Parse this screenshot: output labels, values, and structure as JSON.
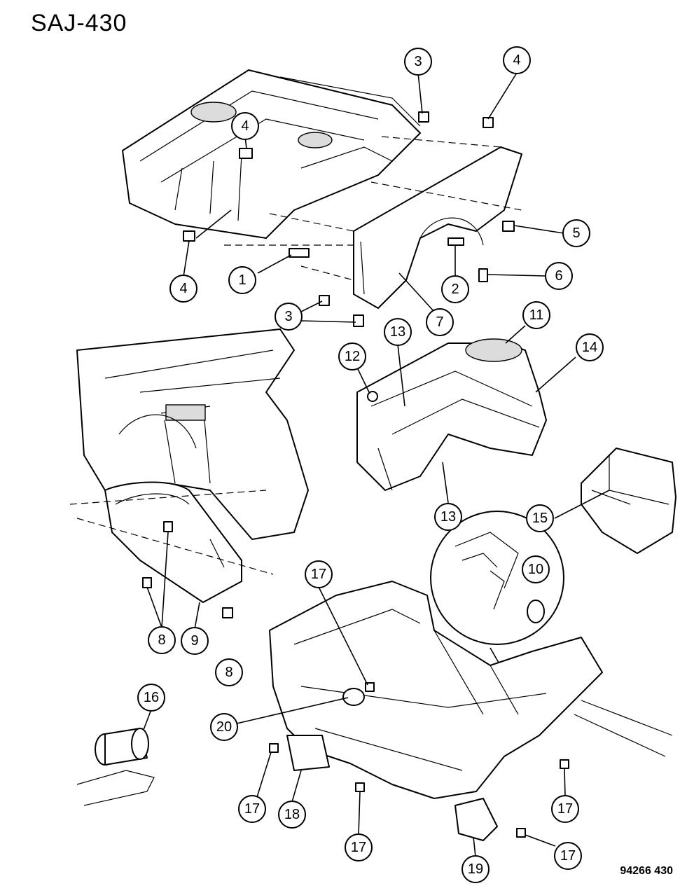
{
  "header": {
    "title": "SAJ-430"
  },
  "footer": {
    "code": "94266 430"
  },
  "callouts": [
    "1",
    "2",
    "3",
    "4",
    "5",
    "6",
    "7",
    "8",
    "9",
    "10",
    "11",
    "12",
    "13",
    "14",
    "15",
    "16",
    "17",
    "18",
    "19",
    "20"
  ]
}
